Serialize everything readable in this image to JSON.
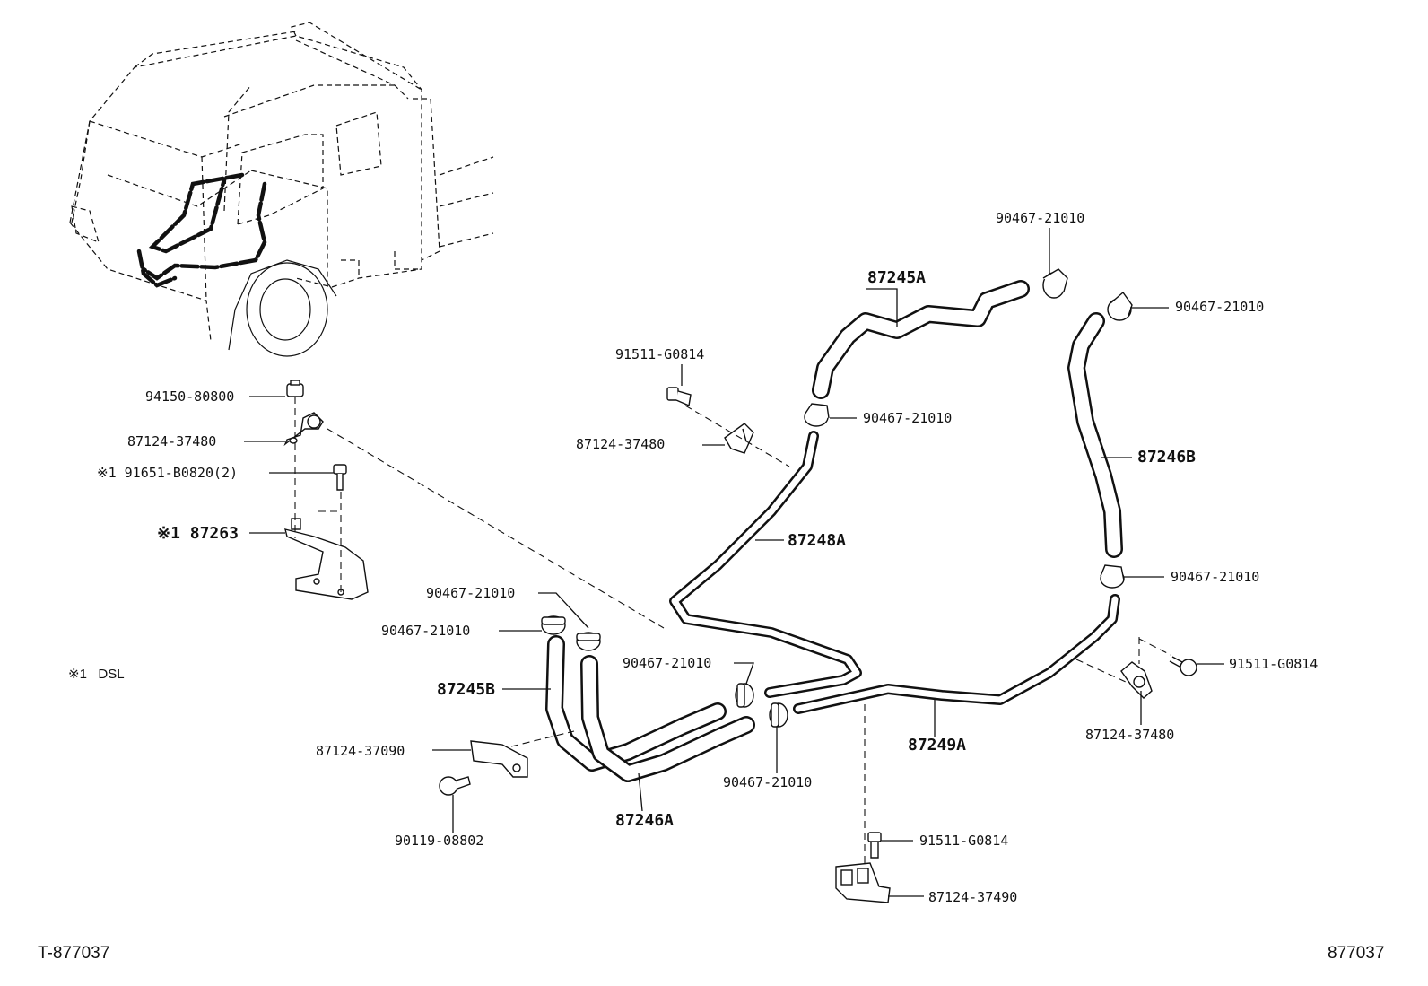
{
  "labels": {
    "clamp_top_right_a": "90467-21010",
    "hose_87245a": "87245A",
    "clamp_right_top": "90467-21010",
    "bolt_upper_mid": "91511-G0814",
    "clamp_upper_mid": "90467-21010",
    "bracket_upper_mid": "87124-37480",
    "hose_87246b": "87246B",
    "nut_left": "94150-80800",
    "clamp_bracket_left": "87124-37480",
    "bolt_left_note": "※1 91651-B0820(2)",
    "bracket_87263": "※1 87263",
    "hose_87248a": "87248A",
    "clamp_right_mid": "90467-21010",
    "clamp_left_a": "90467-21010",
    "clamp_left_b": "90467-21010",
    "clamp_center_a": "90467-21010",
    "bolt_right": "91511-G0814",
    "note_dsl": "※1   DSL",
    "hose_87245b": "87245B",
    "hose_87249a": "87249A",
    "bracket_right": "87124-37480",
    "clamp_bracket_lower_left": "87124-37090",
    "clamp_center_b": "90467-21010",
    "bolt_lower_left": "90119-08802",
    "hose_87246a": "87246A",
    "bolt_bottom": "91511-G0814",
    "bracket_bottom": "87124-37490"
  },
  "footer": {
    "left_code": "T-877037",
    "right_code": "877037"
  }
}
